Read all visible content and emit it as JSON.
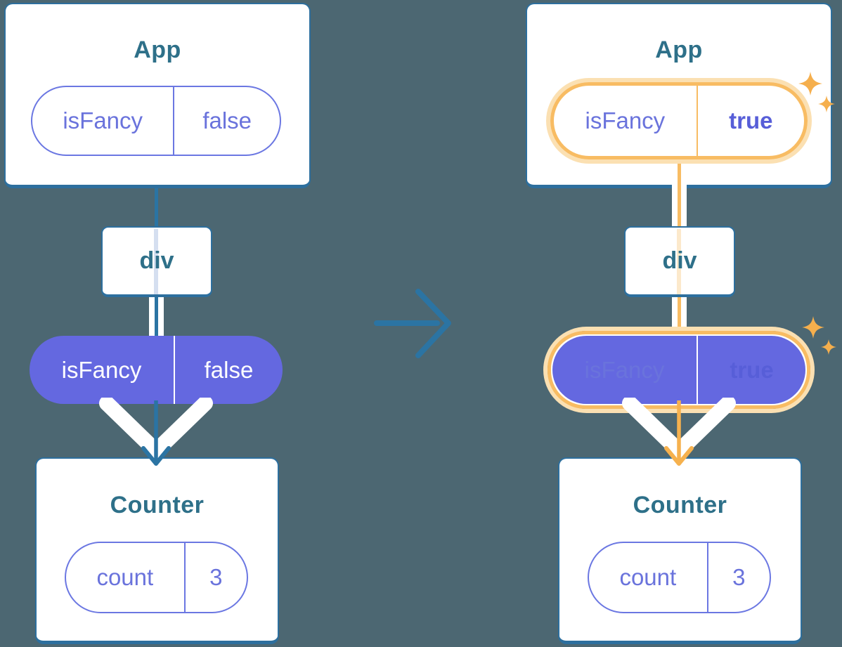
{
  "left": {
    "app_title": "App",
    "app_prop_name": "isFancy",
    "app_prop_value": "false",
    "div_label": "div",
    "passed_prop_name": "isFancy",
    "passed_prop_value": "false",
    "counter_title": "Counter",
    "counter_state_name": "count",
    "counter_state_value": "3"
  },
  "right": {
    "app_title": "App",
    "app_prop_name": "isFancy",
    "app_prop_value": "true",
    "div_label": "div",
    "passed_prop_name": "isFancy",
    "passed_prop_value": "true",
    "counter_title": "Counter",
    "counter_state_name": "count",
    "counter_state_value": "3"
  },
  "colors": {
    "background": "#4C6772",
    "card_fill": "#FFFFFF",
    "card_border": "#2D6F9E",
    "title_text": "#2E7089",
    "prop_text_purple": "#6A73DC",
    "prop_value_bold_purple": "#575ED8",
    "solid_pill_fill": "#6468E0",
    "flow_line_teal": "#2B74A3",
    "highlight_orange": "#F8BC63",
    "highlight_ring_light": "#FBE0B2",
    "sparkle_orange": "#F5AF4D",
    "faint_pass_line_blue": "#D5DFF0",
    "faint_pass_line_orange": "#FCE9CB"
  }
}
